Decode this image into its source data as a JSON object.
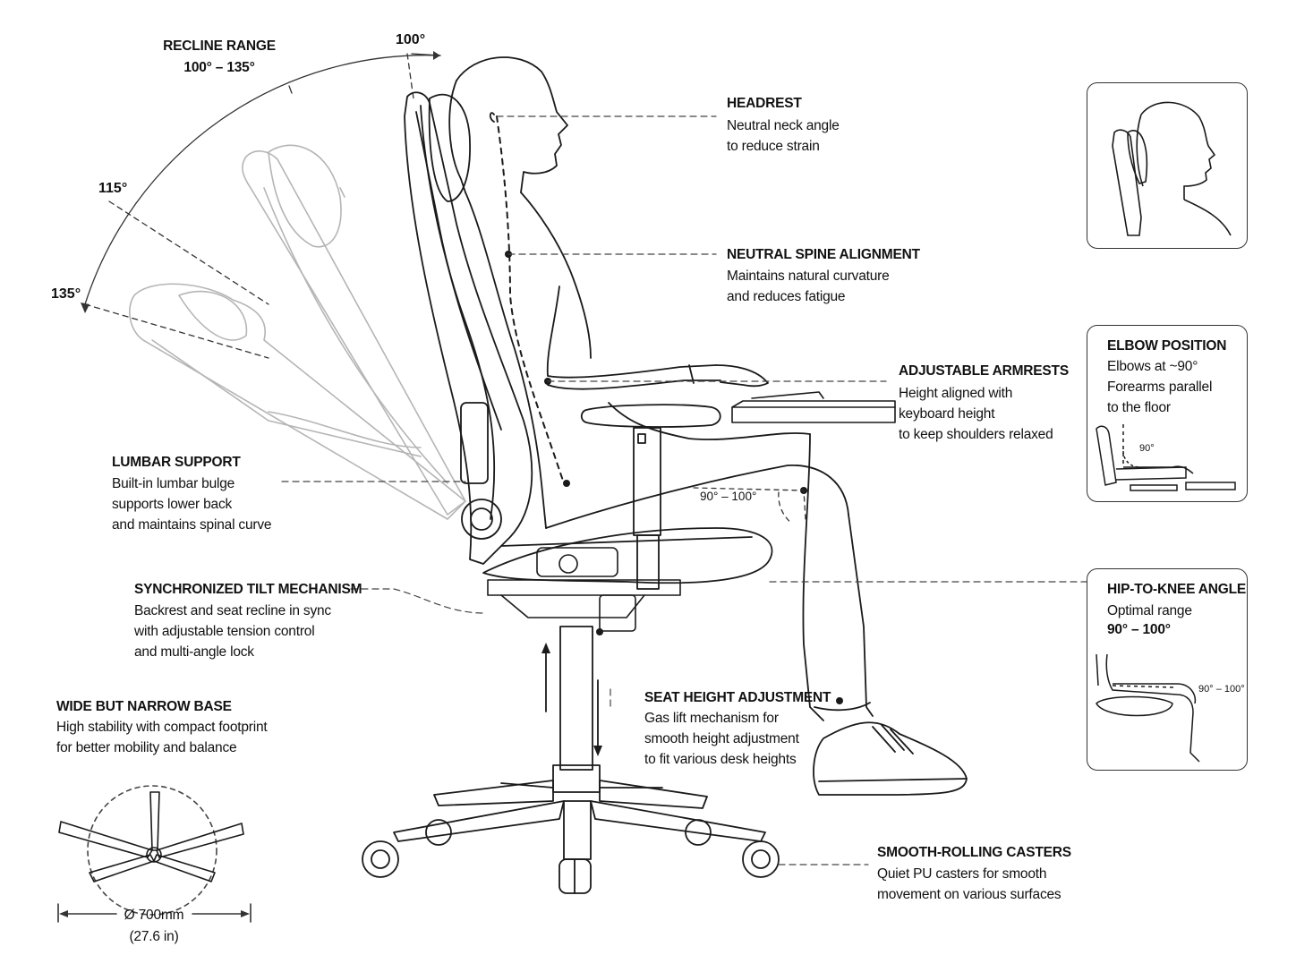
{
  "recline": {
    "title": "RECLINE RANGE",
    "range": "100° – 135°",
    "angle_100": "100°",
    "angle_115": "115°",
    "angle_135": "135°"
  },
  "headrest": {
    "title": "HEADREST",
    "lines": [
      "Neutral neck angle",
      "to reduce strain"
    ]
  },
  "spine": {
    "title": "NEUTRAL SPINE ALIGNMENT",
    "lines": [
      "Maintains natural curvature",
      "and reduces fatigue"
    ]
  },
  "armrests": {
    "title": "ADJUSTABLE ARMRESTS",
    "lines": [
      "Height aligned with",
      "keyboard height",
      "to keep shoulders relaxed"
    ]
  },
  "lumbar": {
    "title": "LUMBAR SUPPORT",
    "lines": [
      "Built-in lumbar bulge",
      "supports lower back",
      "and maintains spinal curve"
    ]
  },
  "tilt": {
    "title": "SYNCHRONIZED TILT MECHANISM",
    "lines": [
      "Backrest and seat recline in sync",
      "with adjustable tension control",
      "and multi-angle lock"
    ]
  },
  "seat_height": {
    "title": "SEAT HEIGHT ADJUSTMENT",
    "lines": [
      "Gas lift mechanism for",
      "smooth height adjustment",
      "to fit various desk heights"
    ]
  },
  "base": {
    "title": "WIDE BUT NARROW BASE",
    "lines": [
      "High stability with compact footprint",
      "for better mobility and balance"
    ],
    "diameter": "Ø 700mm",
    "diameter_in": "(27.6 in)"
  },
  "casters": {
    "title": "SMOOTH-ROLLING CASTERS",
    "lines": [
      "Quiet PU casters for smooth",
      "movement on various surfaces"
    ]
  },
  "knee_angle_main": "90° – 100°",
  "elbow": {
    "title": "ELBOW POSITION",
    "lines": [
      "Elbows at ~90°",
      "Forearms parallel",
      "to the floor"
    ],
    "angle": "90°"
  },
  "hip_knee": {
    "title": "HIP-TO-KNEE ANGLE",
    "line": "Optimal range",
    "range": "90° – 100°",
    "angle": "90° – 100°"
  },
  "colors": {
    "ink": "#1a1a1a",
    "ghost": "#b5b5b5",
    "background": "#ffffff"
  }
}
